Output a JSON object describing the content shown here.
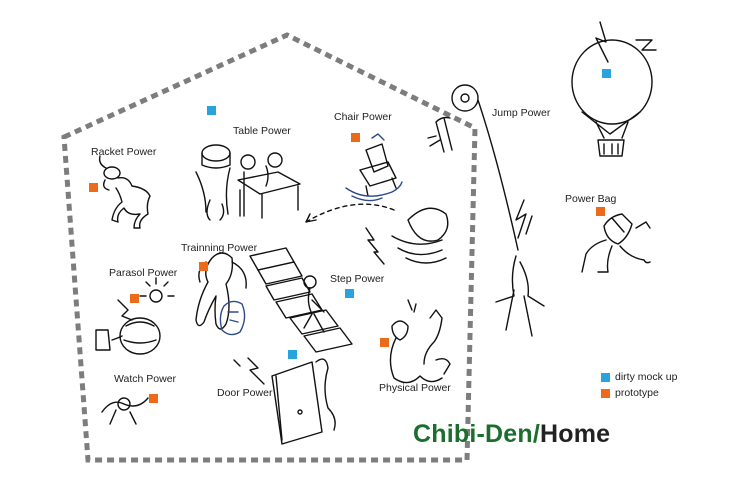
{
  "title": {
    "part1": "Chibi-Den",
    "sep": "/",
    "part2": "Home",
    "color1": "#1b6e2e",
    "color2": "#222222"
  },
  "colors": {
    "mockup": "#29a3dd",
    "prototype": "#ec6b1b",
    "frame": "#7d7d7d"
  },
  "legend": {
    "mockup": "dirty mock up",
    "prototype": "prototype"
  },
  "labels": {
    "racket": "Racket Power",
    "table": "Table Power",
    "chair": "Chair Power",
    "jump": "Jump Power",
    "training": "Trainning Power",
    "parasol": "Parasol Power",
    "step": "Step Power",
    "power_bag": "Power Bag",
    "watch": "Watch Power",
    "door": "Door Power",
    "physical": "Physical Power"
  },
  "markers": {
    "racket": "prototype",
    "table": "mockup",
    "chair": "prototype",
    "balloon": "mockup",
    "training": "prototype",
    "parasol": "prototype",
    "step": "mockup",
    "power_bag": "prototype",
    "watch": "prototype",
    "door": "mockup",
    "physical": "prototype"
  }
}
